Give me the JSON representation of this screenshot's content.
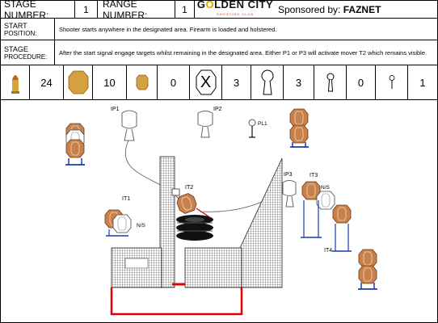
{
  "header": {
    "stage_label": "STAGE NUMBER:",
    "stage_value": "1",
    "range_label": "RANGE NUMBER:",
    "range_value": "1",
    "logo_text_pre": "G",
    "logo_text_o": "O",
    "logo_text_post": "LDEN CITY",
    "logo_sub": "SHOOTING CLUB",
    "sponsor_label": "Sponsored by:",
    "sponsor_value": "FAZNET"
  },
  "start": {
    "label_line1": "START",
    "label_line2": "POSITION:",
    "text": "Shooter starts anywhere in the designated area. Firearm is loaded and holstered."
  },
  "procedure": {
    "label_line1": "STAGE",
    "label_line2": "PROCEDURE:",
    "text": "After the start signal engage targets whilst remaining in the designated area. Either P1 or P3 will activate mover T2 which remains visible."
  },
  "counts": {
    "rounds": "24",
    "paper_targets": "10",
    "mini_paper": "0",
    "no_shoot_symbol": "X",
    "no_shoots": "3",
    "large_poppers": "3",
    "small_poppers": "0",
    "mini_poppers": "1"
  },
  "diagram": {
    "labels": {
      "ip1": "IP1",
      "ip2": "IP2",
      "pl1": "PL1",
      "ip3": "IP3",
      "it1": "IT1",
      "it2": "IT2",
      "it3": "IT3",
      "it4": "IT4",
      "ns1": "N/S",
      "ns2": "N/S"
    }
  },
  "colors": {
    "target_tan": "#c8814a",
    "stand_blue": "#1a3da8",
    "fault_line_red": "#e00000"
  }
}
